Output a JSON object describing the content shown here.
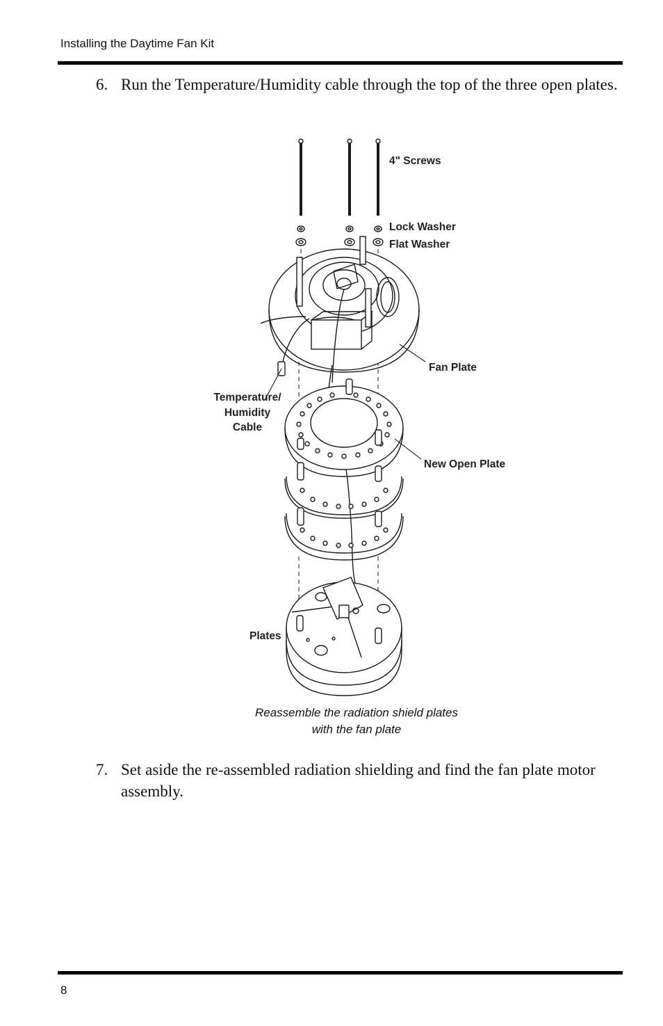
{
  "header": {
    "title": "Installing the Daytime Fan Kit"
  },
  "steps": [
    {
      "number": "6.",
      "text": "Run the Temperature/Humidity cable through the top of the three open plates."
    },
    {
      "number": "7.",
      "text": "Set aside the re-assembled radiation shielding and find the fan plate motor assembly."
    }
  ],
  "figure": {
    "labels": {
      "screws": "4\" Screws",
      "lock_washer": "Lock Washer",
      "flat_washer": "Flat Washer",
      "fan_plate": "Fan Plate",
      "cable_line1": "Temperature/",
      "cable_line2": "Humidity",
      "cable_line3": "Cable",
      "new_open_plate": "New Open Plate",
      "plates": "Plates"
    },
    "caption_line1": "Reassemble the radiation shield plates",
    "caption_line2": "with the fan plate"
  },
  "footer": {
    "page_number": "8"
  }
}
